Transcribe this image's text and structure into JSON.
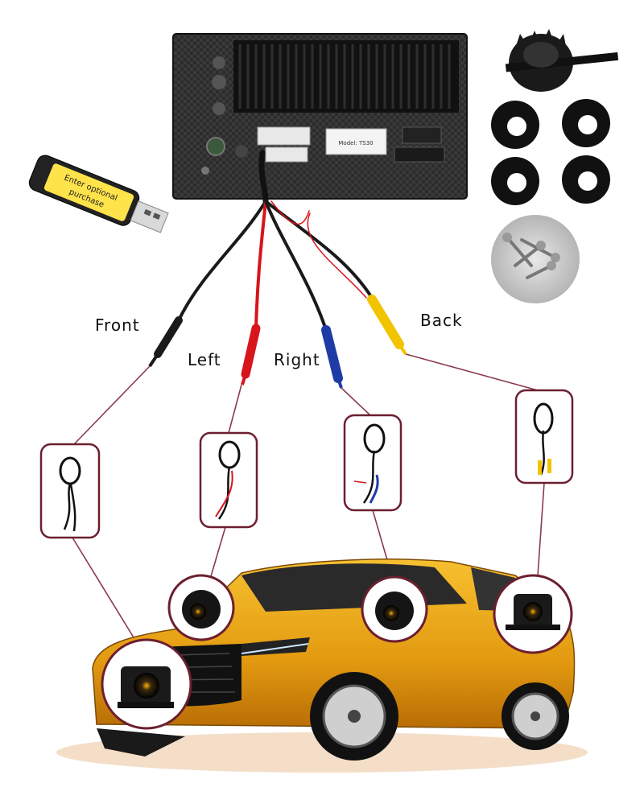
{
  "labels": {
    "front": "Front",
    "left": "Left",
    "right": "Right",
    "back": "Back"
  },
  "usb_stick": {
    "text_line1": "Enter optional",
    "text_line2": "purchase"
  },
  "head_unit": {
    "sticker_text": "Model: TS30"
  },
  "colors": {
    "connector_line": "#8a3a4a",
    "box_border": "#6b1f2f",
    "front_plug": "#1a1a1a",
    "left_plug": "#d8141c",
    "right_plug": "#1f3ca6",
    "back_plug": "#f2c400",
    "car_body": "#e8a313"
  }
}
